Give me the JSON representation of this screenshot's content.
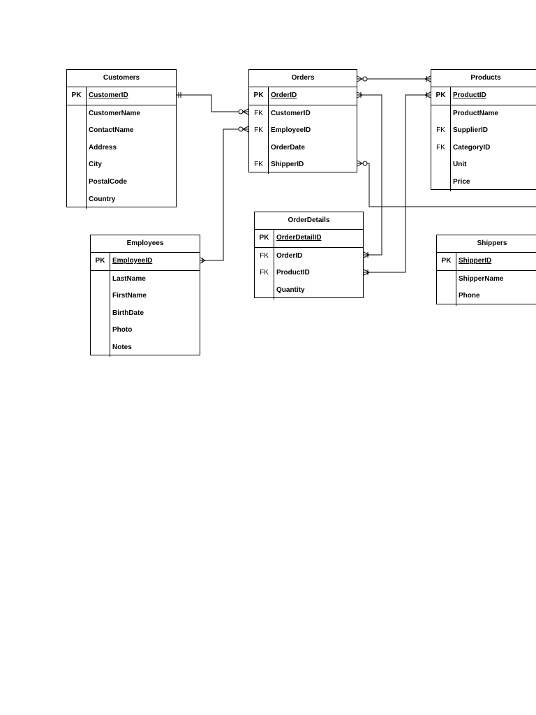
{
  "entities": {
    "customers": {
      "title": "Customers",
      "pk": {
        "key": "PK",
        "field": "CustomerID"
      },
      "rows": [
        {
          "key": "",
          "field": "CustomerName"
        },
        {
          "key": "",
          "field": "ContactName"
        },
        {
          "key": "",
          "field": "Address"
        },
        {
          "key": "",
          "field": "City"
        },
        {
          "key": "",
          "field": "PostalCode"
        },
        {
          "key": "",
          "field": "Country"
        }
      ]
    },
    "orders": {
      "title": "Orders",
      "pk": {
        "key": "PK",
        "field": "OrderID"
      },
      "rows": [
        {
          "key": "FK",
          "field": "CustomerID"
        },
        {
          "key": "FK",
          "field": "EmployeeID"
        },
        {
          "key": "",
          "field": "OrderDate"
        },
        {
          "key": "FK",
          "field": "ShipperID"
        }
      ]
    },
    "products": {
      "title": "Products",
      "pk": {
        "key": "PK",
        "field": "ProductID"
      },
      "rows": [
        {
          "key": "",
          "field": "ProductName"
        },
        {
          "key": "FK",
          "field": "SupplierID"
        },
        {
          "key": "FK",
          "field": "CategoryID"
        },
        {
          "key": "",
          "field": "Unit"
        },
        {
          "key": "",
          "field": "Price"
        }
      ]
    },
    "orderdetails": {
      "title": "OrderDetails",
      "pk": {
        "key": "PK",
        "field": "OrderDetailID"
      },
      "rows": [
        {
          "key": "FK",
          "field": "OrderID"
        },
        {
          "key": "FK",
          "field": "ProductID"
        },
        {
          "key": "",
          "field": "Quantity"
        }
      ]
    },
    "employees": {
      "title": "Employees",
      "pk": {
        "key": "PK",
        "field": "EmployeeID"
      },
      "rows": [
        {
          "key": "",
          "field": "LastName"
        },
        {
          "key": "",
          "field": "FirstName"
        },
        {
          "key": "",
          "field": "BirthDate"
        },
        {
          "key": "",
          "field": "Photo"
        },
        {
          "key": "",
          "field": "Notes"
        }
      ]
    },
    "shippers": {
      "title": "Shippers",
      "pk": {
        "key": "PK",
        "field": "ShipperID"
      },
      "rows": [
        {
          "key": "",
          "field": "ShipperName"
        },
        {
          "key": "",
          "field": "Phone"
        }
      ]
    }
  }
}
